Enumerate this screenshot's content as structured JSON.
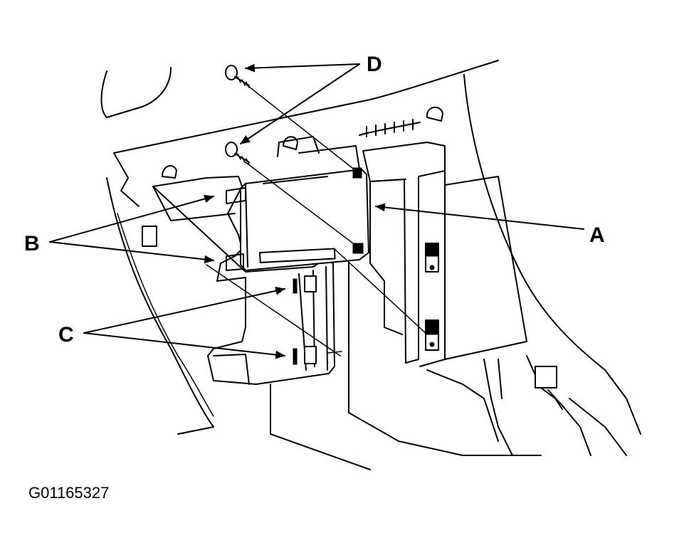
{
  "labels": {
    "a": "A",
    "b": "B",
    "c": "C",
    "d": "D"
  },
  "figure_id": "G01165327",
  "colors": {
    "line": "#000000",
    "background": "#ffffff"
  }
}
